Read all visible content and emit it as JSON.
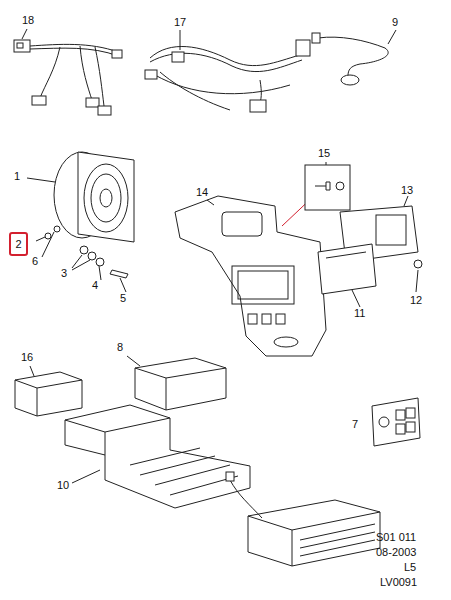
{
  "diagram": {
    "nodes": [
      {
        "text": [
          "2"
        ]
      }
    ],
    "labels": [
      "18",
      "17",
      "9",
      "1",
      "6",
      "3",
      "4",
      "5",
      "15",
      "14",
      "13",
      "12",
      "11",
      "16",
      "8",
      "7",
      "10",
      "S01 011",
      "08-2003",
      "L5",
      "LV0091"
    ]
  }
}
